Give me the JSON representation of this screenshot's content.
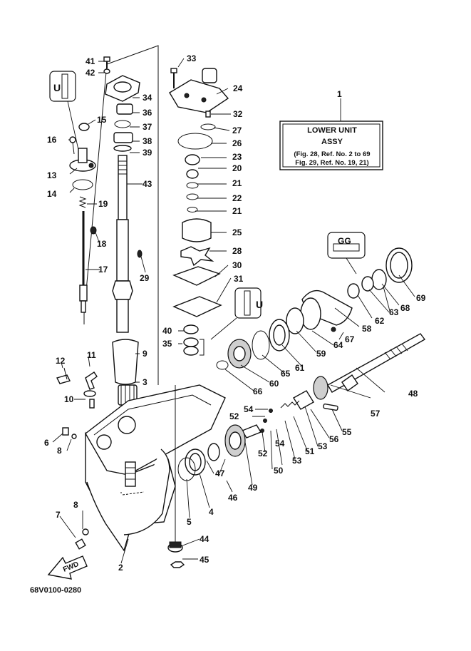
{
  "callouts": [
    "1",
    "2",
    "3",
    "4",
    "5",
    "6",
    "7",
    "8",
    "8",
    "9",
    "10",
    "11",
    "12",
    "13",
    "14",
    "15",
    "16",
    "17",
    "18",
    "19",
    "20",
    "21",
    "21",
    "22",
    "23",
    "24",
    "25",
    "26",
    "27",
    "28",
    "29",
    "30",
    "31",
    "32",
    "33",
    "34",
    "35",
    "36",
    "37",
    "38",
    "39",
    "40",
    "41",
    "42",
    "43",
    "44",
    "45",
    "46",
    "47",
    "47",
    "48",
    "49",
    "50",
    "51",
    "52",
    "52",
    "53",
    "53",
    "54",
    "54",
    "55",
    "56",
    "57",
    "58",
    "59",
    "60",
    "61",
    "62",
    "63",
    "63",
    "64",
    "65",
    "66",
    "67",
    "68",
    "69"
  ],
  "assembly_box": {
    "title": "LOWER UNIT",
    "subtitle": "ASSY",
    "ref_line_1": "(Fig. 28, Ref. No. 2 to 69",
    "ref_line_2": "Fig. 29, Ref. No. 19, 21)"
  },
  "direction_marker": "FWD",
  "sealant_marks": [
    "U",
    "U"
  ],
  "grease_mark": "GG",
  "drawing_code": "68V0100-0280"
}
